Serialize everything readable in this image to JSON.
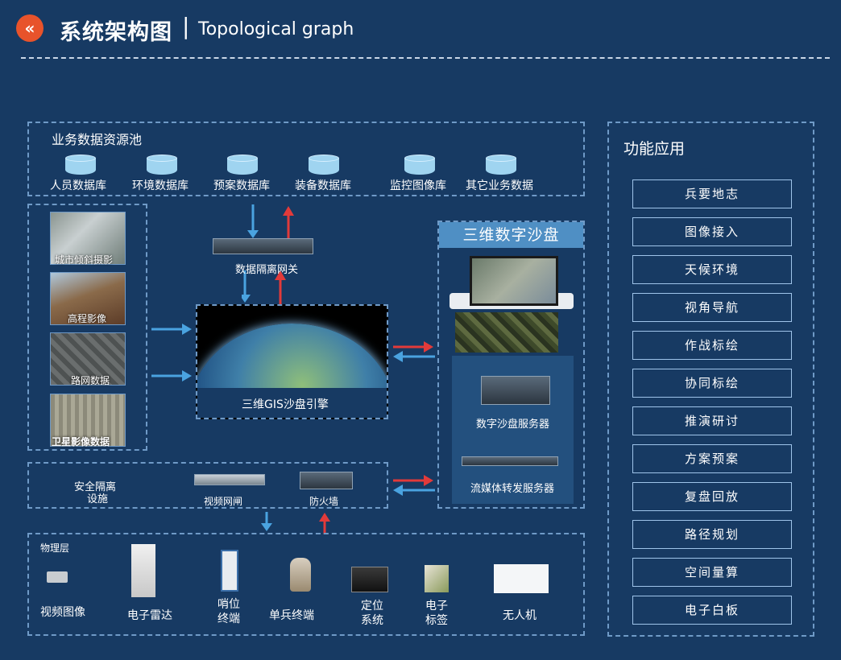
{
  "header": {
    "logo_glyph": "«",
    "title_zh": "系统架构图",
    "separator": "|",
    "title_en": "Topological graph"
  },
  "data_pool": {
    "title": "业务数据资源池",
    "items": [
      "人员数据库",
      "环境数据库",
      "预案数据库",
      "装备数据库",
      "监控图像库",
      "其它业务数据"
    ]
  },
  "gateway": {
    "label": "数据隔离网关"
  },
  "imagery": {
    "items": [
      "城市倾斜摄影",
      "高程影像",
      "路网数据",
      "卫星影像数据"
    ]
  },
  "engine": {
    "label": "三维GIS沙盘引擎"
  },
  "sandbox": {
    "title": "三维数字沙盘",
    "server_label": "数字沙盘服务器",
    "stream_label": "流媒体转发服务器"
  },
  "security": {
    "title_line1": "安全隔离",
    "title_line2": "设施",
    "video_gate": "视频网闸",
    "firewall": "防火墙"
  },
  "physical": {
    "title": "物理层",
    "items": [
      {
        "line1": "视频图像",
        "line2": ""
      },
      {
        "line1": "电子雷达",
        "line2": ""
      },
      {
        "line1": "哨位",
        "line2": "终端"
      },
      {
        "line1": "单兵终端",
        "line2": ""
      },
      {
        "line1": "定位",
        "line2": "系统"
      },
      {
        "line1": "电子",
        "line2": "标签"
      },
      {
        "line1": "无人机",
        "line2": ""
      }
    ]
  },
  "functions": {
    "title": "功能应用",
    "items": [
      "兵要地志",
      "图像接入",
      "天候环境",
      "视角导航",
      "作战标绘",
      "协同标绘",
      "推演研讨",
      "方案预案",
      "复盘回放",
      "路径规划",
      "空间量算",
      "电子白板"
    ]
  },
  "colors": {
    "background": "#173a63",
    "arrow_blue": "#4aa3e0",
    "arrow_red": "#e23a3a",
    "accent": "#e8532b"
  }
}
